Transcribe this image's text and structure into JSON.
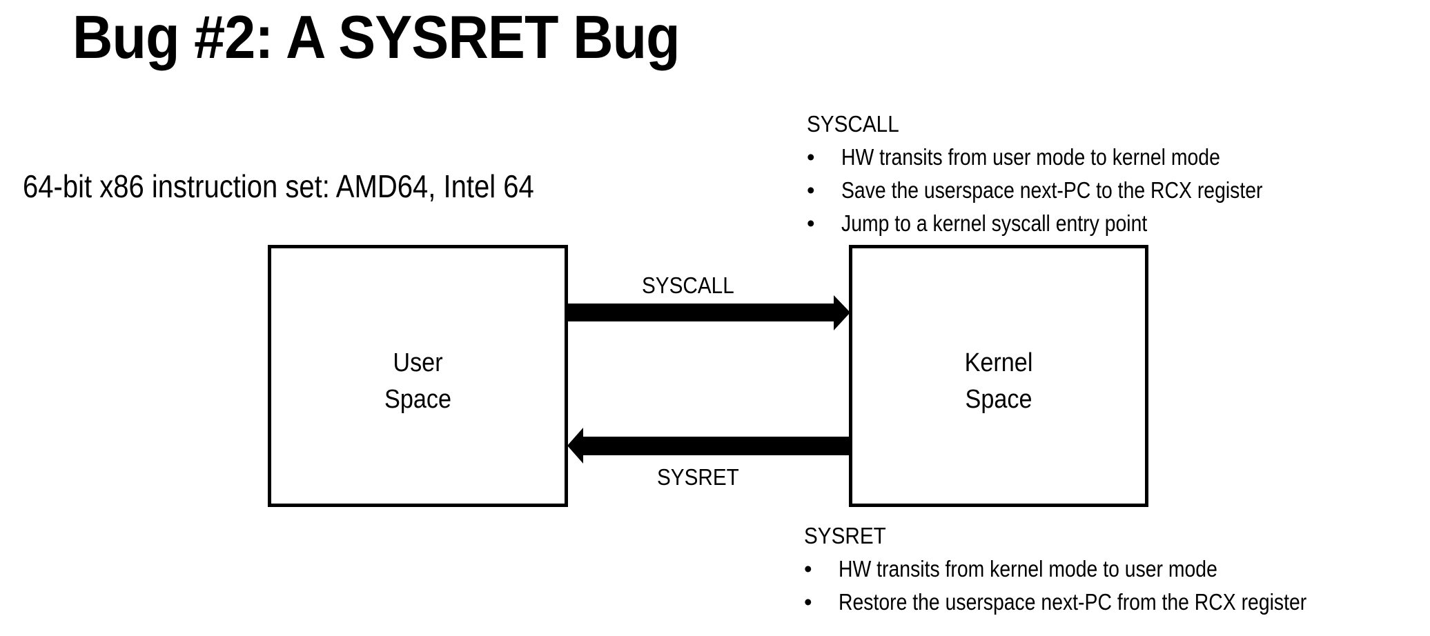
{
  "slide": {
    "title": "Bug #2: A SYSRET Bug",
    "subtitle": "64-bit x86 instruction set: AMD64, Intel 64"
  },
  "diagram": {
    "user_box": {
      "line1": "User",
      "line2": "Space"
    },
    "kernel_box": {
      "line1": "Kernel",
      "line2": "Space"
    },
    "arrow_syscall": {
      "label": "SYSCALL",
      "direction": "user-to-kernel"
    },
    "arrow_sysret": {
      "label": "SYSRET",
      "direction": "kernel-to-user"
    }
  },
  "notes": {
    "syscall": {
      "heading": "SYSCALL",
      "bullets": [
        "HW transits from user mode to kernel mode",
        "Save the userspace next-PC to the RCX register",
        "Jump to a kernel syscall entry point"
      ]
    },
    "sysret": {
      "heading": "SYSRET",
      "bullets": [
        "HW transits from kernel mode to user mode",
        "Restore the userspace next-PC from the RCX register"
      ]
    },
    "bullet_glyph": "•"
  },
  "colors": {
    "ink": "#000000",
    "background": "#ffffff"
  }
}
